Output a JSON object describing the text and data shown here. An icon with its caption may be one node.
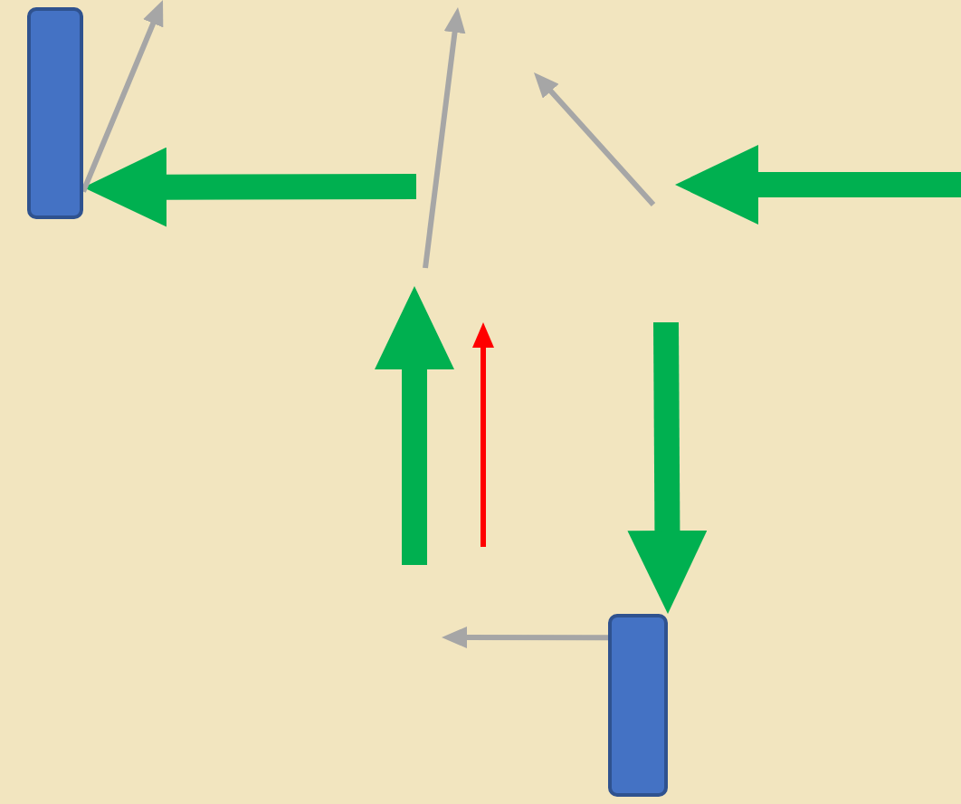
{
  "diagram": {
    "nodes": [
      {
        "text": [],
        "shape": "bar"
      },
      {
        "text": [],
        "shape": "bar"
      }
    ],
    "edges": [
      {
        "from": null,
        "to": 0,
        "arrow": "to",
        "style": "thick",
        "color": "#00b050"
      },
      {
        "from": 0,
        "to": null,
        "arrow": "to",
        "color": "#a6a6a6"
      },
      {
        "from": null,
        "to": 1,
        "arrow": "to",
        "style": "thick",
        "color": "#00b050"
      },
      {
        "from": 1,
        "to": null,
        "arrow": "to",
        "color": "#a6a6a6"
      }
    ]
  }
}
